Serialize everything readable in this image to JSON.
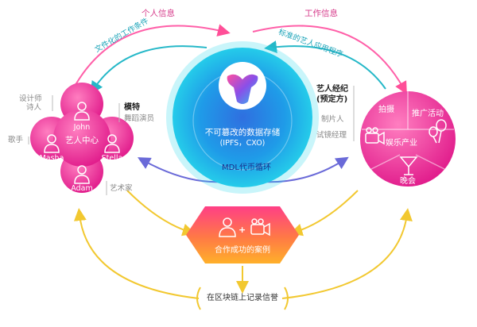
{
  "top": {
    "personal_info": "个人信息",
    "culture_work": "文件化的工作条件",
    "work_info": "工作信息",
    "standard_art": "标准的艺人应用程序"
  },
  "center": {
    "storage_line1": "不可篡改的数据存储",
    "storage_line2": "(IPFS，CXO)",
    "loop": "MDL代币循环"
  },
  "left": {
    "center_label": "艺人中心",
    "artists": [
      "John",
      "Masha",
      "Stella",
      "Adam"
    ],
    "roles": {
      "designer": "设计师",
      "poet": "诗人",
      "model": "模特",
      "dancer": "舞蹈演员",
      "singer": "歌手",
      "artist": "艺术家"
    }
  },
  "right": {
    "agent_line1": "艺人经纪",
    "agent_line2": "(预定方)",
    "producer": "制片人",
    "casting": "试镜经理",
    "segments": {
      "shoot": "拍摄",
      "promo": "推广活动",
      "entertainment": "娱乐产业",
      "party": "晚会"
    }
  },
  "bottom": {
    "success": "合作成功的案例",
    "plus": "+",
    "blockchain": "在区块链上记录信誉"
  },
  "colors": {
    "magenta": "#e6268e",
    "pink_light": "#ff5fa8",
    "cyan": "#1fd2e6",
    "blue": "#2e5bd6",
    "orange": "#ff7a45",
    "yellow": "#f2c830",
    "teal": "#1aa3b8"
  }
}
